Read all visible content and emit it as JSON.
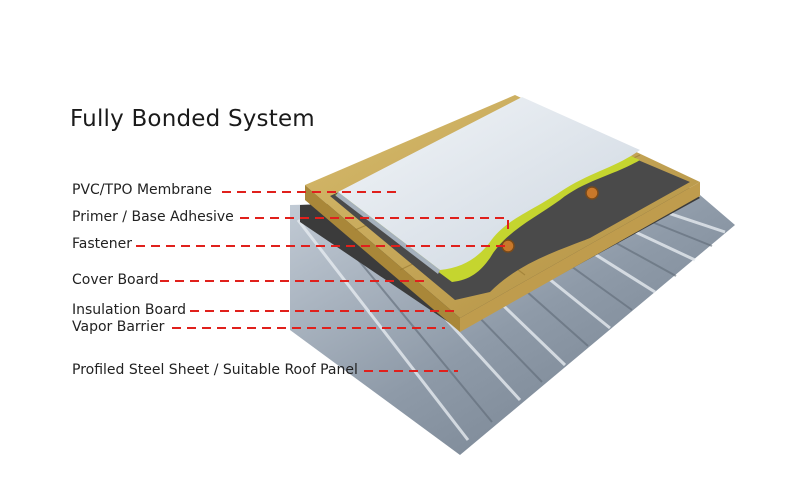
{
  "title": "Fully Bonded System",
  "labels": [
    "PVC/TPO Membrane",
    "Primer / Base Adhesive",
    "Fastener",
    "Cover Board",
    "Insulation Board",
    "Vapor Barrier",
    "Profiled Steel Sheet / Suitable Roof Panel"
  ],
  "colors": {
    "leader": "#e0201c",
    "membrane": "#dfe6ee",
    "adhesive": "#c6d62e",
    "vapor": "#3a3a3a",
    "insulation": "#c9a95a",
    "steel": "#9aa6b3"
  }
}
